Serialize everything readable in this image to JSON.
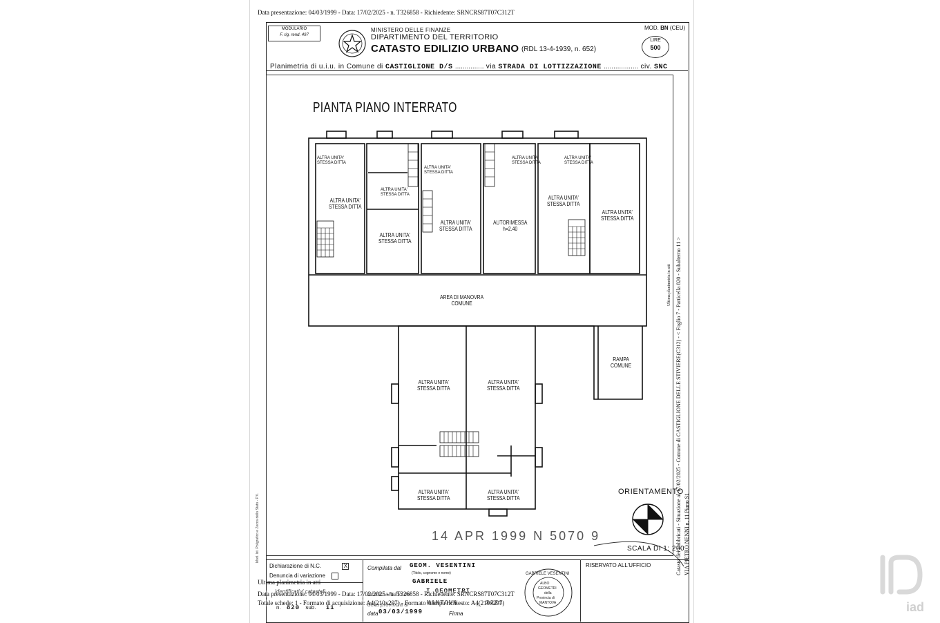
{
  "top_line": "Data presentazione: 04/03/1999 - Data: 17/02/2025 - n. T326858 - Richiedente: SRNCRS87T07C312T",
  "header": {
    "modulario": "MODULARIO",
    "modulario_sub": "F. rig. rend. 497",
    "ministry": "MINISTERO DELLE FINANZE",
    "department": "DIPARTIMENTO DEL TERRITORIO",
    "catasto": "CATASTO EDILIZIO URBANO",
    "rdl": "(RDL 13-4-1939, n. 652)",
    "mod": "MOD.",
    "mod_code": "BN",
    "mod_ceu": "(CEU)",
    "lire_label": "LIRE",
    "lire_value": "500"
  },
  "plan_line": {
    "prefix": "Planimetria di u.i.u. in Comune di",
    "comune": "CASTIGLIONE D/S",
    "via_label": "via",
    "via": "STRADA DI LOTTIZZAZIONE",
    "civ_label": "civ.",
    "civ": "SNC"
  },
  "drawing": {
    "title": "PIANTA PIANO INTERRATO",
    "rooms": [
      {
        "l1": "ALTRA UNITA'",
        "l2": "STESSA DITTA"
      },
      {
        "l1": "ALTRA UNITA'",
        "l2": "STESSA DITTA"
      },
      {
        "l1": "ALTRA UNITA'",
        "l2": "STESSA DITTA"
      },
      {
        "l1": "AUTORIMESSA",
        "l2": "h=2.40"
      },
      {
        "l1": "ALTRA UNITA'",
        "l2": "STESSA DITTA"
      },
      {
        "l1": "ALTRA UNITA'",
        "l2": "STESSA DITTA"
      },
      {
        "l1": "AREA DI MANOVRA",
        "l2": "COMUNE"
      },
      {
        "l1": "ALTRA UNITA'",
        "l2": "STESSA DITTA"
      },
      {
        "l1": "ALTRA UNITA'",
        "l2": "STESSA DITTA"
      },
      {
        "l1": "RAMPA",
        "l2": "COMUNE"
      },
      {
        "l1": "ALTRA UNITA'",
        "l2": "STESSA DITTA"
      },
      {
        "l1": "ALTRA UNITA'",
        "l2": "STESSA DITTA"
      }
    ],
    "small_labels": [
      "ALTRA UNITA'",
      "STESSA DITTA"
    ],
    "orientamento": "ORIENTAMENTO",
    "scala": "SCALA DI 1: 200",
    "stamp": "14 APR 1999 N 5070 9"
  },
  "side_text": {
    "right_line1": "Catasto dei Fabbricati - Situazione al 17/02/2025 - Comune di CASTIGLIONE DELLE STIVIERE(C312) - < Foglio 7 - Particella 820 - Subalterno 11 >",
    "right_line2": "VIA PIETRO NENNI n. 11 Piano S1",
    "right_small": "Ultima planimetria in atti",
    "left_small": "Mod. Ist. Poligrafico e Zecca dello Stato - P.V."
  },
  "footer": {
    "dichiarazione": "Dichiarazione di N.C.",
    "denuncia": "Denuncia di variazione",
    "check_nc": "X",
    "identificativi": "identificativi catastali",
    "foglio_label": "n.",
    "foglio": "820",
    "sub_label": "sub.",
    "sub": "11",
    "compilata": "Compilata dal",
    "name1": "GEOM. VESENTINI",
    "name_hint": "(Titolo, cognome e nome)",
    "name2": "GABRIELE",
    "iscritto": "Iscritto all'albo de",
    "albo": "I GEOMETRI",
    "provincia_label": "della provincia di",
    "provincia": "MANTOVA",
    "n_label": "n.",
    "n_value": "3321",
    "data_label": "data",
    "data": "03/03/1999",
    "firma": "Firma",
    "riservato": "RISERVATO ALL'UFFICIO"
  },
  "overlay": {
    "line1": "Ultima planimetria in atti",
    "line2": "Data presentazione: 04/03/1999 - Data: 17/02/2025 - n. T326858 - Richiedente: SRNCRS87T07C312T",
    "line3": "Totale schede: 1 - Formato di acquisizione: A4(210x297) - Formato stampa richiesto: A4(210x297)"
  },
  "seal": {
    "top": "GABRIELE VESENTINI",
    "mid1": "ALBO",
    "mid2": "GEOMETRI",
    "mid3": "della",
    "mid4": "Provincia di",
    "mid5": "MANTOVA"
  },
  "watermark": {
    "brand": "iad"
  }
}
